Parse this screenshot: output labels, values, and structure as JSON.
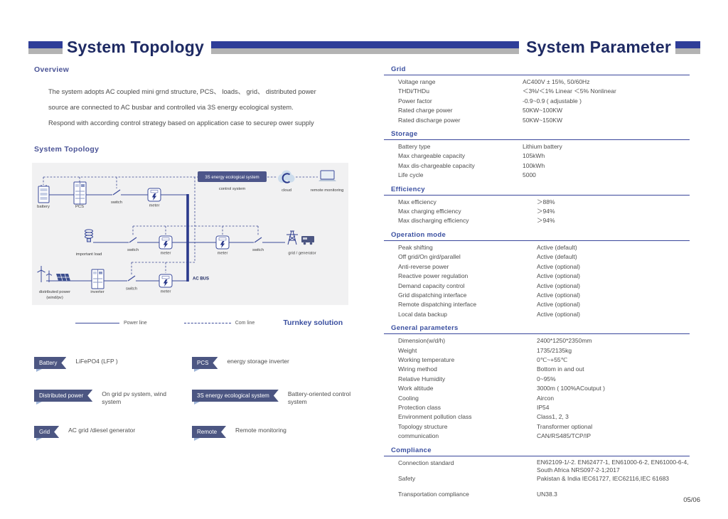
{
  "page": {
    "left_header": "System Topology",
    "right_header": "System Parameter",
    "page_number": "05/06"
  },
  "overview": {
    "heading": "Overview",
    "lines": [
      "The system adopts AC coupled mini grnd structure, PCS、 loads、 grid、 distributed power",
      "source are connected to AC busbar and controlled via 3S energy ecological system.",
      "Respond with according control strategy based on application case to securep ower supply"
    ]
  },
  "topology": {
    "heading": "System Topology",
    "diagram": {
      "control_badge": "3S energy ecological system",
      "labels": {
        "battery": "battery",
        "pcs": "PCS",
        "switch": "switch",
        "meter": "meter",
        "control_system": "control system",
        "cloud": "cloud",
        "remote_monitoring": "remote monitoring",
        "important_load": "important load",
        "grid_generator": "grid  /  generator",
        "distributed_power_1": "distributed power",
        "distributed_power_2": "(wind/pv)",
        "inverter": "inverter",
        "ac_bus": "AC BUS"
      },
      "legend": {
        "power_line": "Power line",
        "com_line": "Com line",
        "turnkey": "Turnkey solution"
      }
    },
    "badge_legend": [
      {
        "badge": "Battery",
        "desc": "LiFePO4 (LFP )"
      },
      {
        "badge": "PCS",
        "desc": "energy storage inverter"
      },
      {
        "badge": "Distributed power",
        "desc": "On grid pv system, wind system"
      },
      {
        "badge": "3S energy ecological system",
        "desc": "Battery-oriented control system"
      },
      {
        "badge": "Grid",
        "desc": "AC grid /diesel generator"
      },
      {
        "badge": "Remote",
        "desc": "Remote monitoring"
      }
    ]
  },
  "parameters": {
    "sections": [
      {
        "title": "Grid",
        "narrow": true,
        "rows": [
          {
            "label": "Voltage range",
            "value": "AC400V ± 15%, 50/60Hz"
          },
          {
            "label": "THDi/THDu",
            "value": "＜3%/＜1% Linear ＜5% Nonlinear"
          },
          {
            "label": "Power factor",
            "value": "-0.9~0.9 ( adjustable )"
          },
          {
            "label": "Rated charge power",
            "value": "50KW~100KW"
          },
          {
            "label": "Rated discharge power",
            "value": "50KW~150KW"
          }
        ]
      },
      {
        "title": "Storage",
        "narrow": true,
        "rows": [
          {
            "label": "Battery type",
            "value": "Lithium battery"
          },
          {
            "label": "Max chargeable capacity",
            "value": "105kWh"
          },
          {
            "label": "Max dis-chargeable capacity",
            "value": "100kWh"
          },
          {
            "label": "Life cycle",
            "value": "5000"
          }
        ]
      },
      {
        "title": "Efficiency",
        "narrow": false,
        "rows": [
          {
            "label": "Max efficiency",
            "value": "＞88%"
          },
          {
            "label": "Max charging efficiency",
            "value": "＞94%"
          },
          {
            "label": "Max discharging efficiency",
            "value": "＞94%"
          }
        ]
      },
      {
        "title": "Operation mode",
        "narrow": false,
        "rows": [
          {
            "label": "Peak shifting",
            "value": "Active (default)"
          },
          {
            "label": "Off grid/On gird/parallel",
            "value": "Active (default)"
          },
          {
            "label": "Anti-reverse power",
            "value": "Active (optional)"
          },
          {
            "label": "Reactive power regulation",
            "value": "Active (optional)"
          },
          {
            "label": "Demand capacity control",
            "value": "Active (optional)"
          },
          {
            "label": "Grid dispatching interface",
            "value": "Active (optional)"
          },
          {
            "label": "Remote dispatching interface",
            "value": "Active (optional)"
          },
          {
            "label": "Local data backup",
            "value": "Active (optional)"
          }
        ]
      },
      {
        "title": "General parameters",
        "narrow": false,
        "rows": [
          {
            "label": "Dimension(w/d/h)",
            "value": "2400*1250*2350mm"
          },
          {
            "label": "Weight",
            "value": "1735/2135kg"
          },
          {
            "label": "Working temperature",
            "value": "0℃~+55℃"
          },
          {
            "label": "Wiring method",
            "value": "Bottom in and out"
          },
          {
            "label": "Relative Humidity",
            "value": "0~95%"
          },
          {
            "label": "Work altitude",
            "value": "3000m ( 100%ACoutput )"
          },
          {
            "label": "Cooling",
            "value": "Aircon"
          },
          {
            "label": "Protection class",
            "value": "IP54"
          },
          {
            "label": "Environment pollution class",
            "value": "Class1, 2, 3"
          },
          {
            "label": "Topology structure",
            "value": "Transformer optional"
          },
          {
            "label": "communication",
            "value": "CAN/RS485/TCP/IP"
          }
        ]
      },
      {
        "title": "Compliance",
        "narrow": false,
        "rows": [
          {
            "label": "Connection standard",
            "value": [
              "EN62109-1/-2. EN62477-1, EN61000-6-2, EN61000-6-4,",
              "South Africa NRS097-2-1;2017"
            ]
          },
          {
            "label": "Safety",
            "value": "Pakistan & India IEC61727, IEC62116,IEC 61683"
          },
          {
            "label": "Transportation compliance",
            "value": "UN38.3",
            "gap_before": true
          }
        ]
      }
    ]
  }
}
